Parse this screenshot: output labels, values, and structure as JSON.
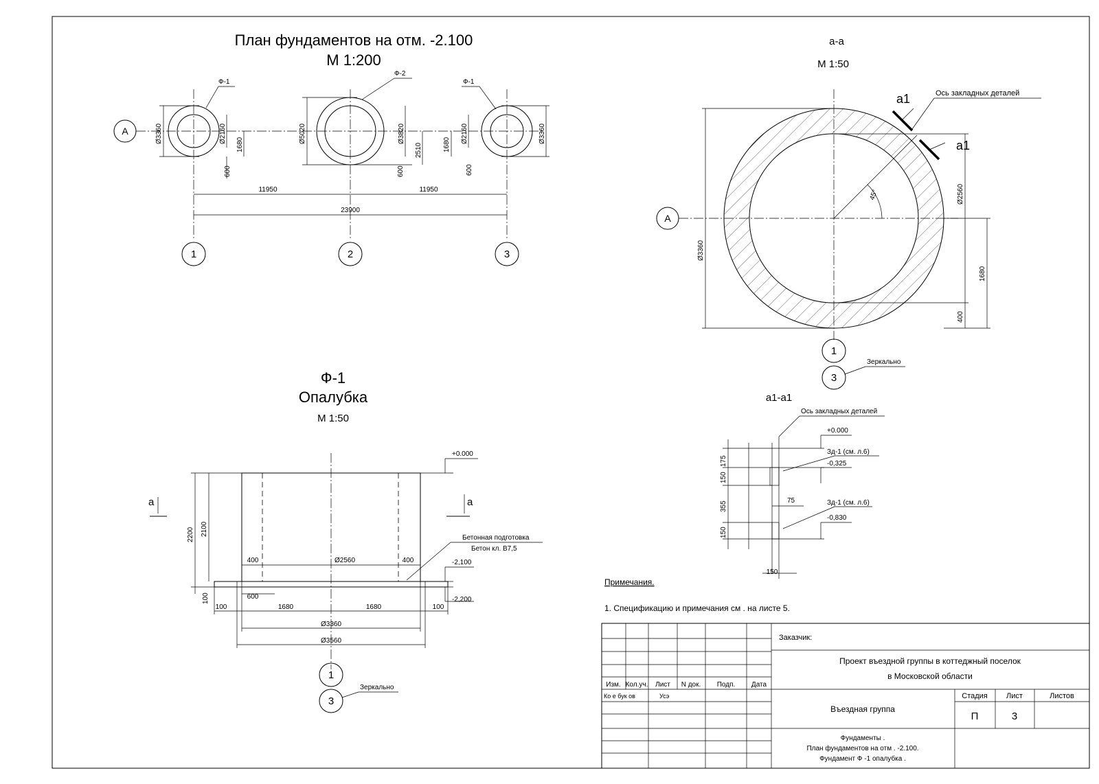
{
  "plan": {
    "title": "План фундаментов на отм. -2.100",
    "scale": "М 1:200",
    "axis_row": "А",
    "axes": [
      "1",
      "2",
      "3"
    ],
    "marks": [
      "Ф-1",
      "Ф-2",
      "Ф-1"
    ],
    "dims": {
      "f1_outer": "Ø3360",
      "f1_inner": "Ø2160",
      "f1_half": "1680",
      "f1_offset": "600",
      "f2_outer": "Ø5020",
      "f2_inner": "Ø3820",
      "f2_half": "2510",
      "f2_offset": "600",
      "span_1_2": "11950",
      "span_2_3": "11950",
      "total": "23900"
    }
  },
  "section_aa": {
    "title": "а-а",
    "scale": "М 1:50",
    "axis_row": "А",
    "cut_label": "а1",
    "embed_axis_label": "Ось закладных деталей",
    "angle": "45°",
    "dims": {
      "outer": "Ø3360",
      "inner": "Ø2560",
      "half": "1680",
      "wall": "400"
    },
    "axis_main": "1",
    "axis_mirror": "3",
    "mirror_note": "Зеркально"
  },
  "formwork": {
    "mark": "Ф-1",
    "title": "Опалубка",
    "scale": "М 1:50",
    "cut_label": "а",
    "levels": [
      "+0.000",
      "-2,100",
      "-2,200"
    ],
    "concrete_note": [
      "Бетонная подготовка",
      "Бетон кл. В7,5"
    ],
    "dims": {
      "h_total": "2200",
      "h_wall": "2100",
      "h_prep": "100",
      "wall_l": "400",
      "wall_r": "400",
      "inner": "Ø2560",
      "offset": "600",
      "prep_l": "100",
      "half_l": "1680",
      "half_r": "1680",
      "prep_r": "100",
      "outer": "Ø3360",
      "prep_outer": "Ø3560"
    },
    "axis_main": "1",
    "axis_mirror": "3",
    "mirror_note": "Зеркально"
  },
  "section_a1": {
    "title": "а1-а1",
    "embed_axis_label": "Ось закладных деталей",
    "levels": [
      "+0.000",
      "-0,325",
      "-0,830"
    ],
    "parts": [
      "Зд-1 (см. л.6)",
      "Зд-1 (см. л.6)"
    ],
    "dims": {
      "d175": "175",
      "d150a": "150",
      "d355": "355",
      "d150b": "150",
      "d75": "75",
      "d150c": "150"
    }
  },
  "notes": {
    "heading": "Примечания.",
    "items": [
      "1.   Спецификацию и примечания см . на листе 5."
    ]
  },
  "title_block": {
    "customer_label": "Заказчик:",
    "project": [
      "Проект въездной группы в коттеджный поселок",
      "в Московской области"
    ],
    "object": "Въездная группа",
    "col_headers": [
      "Изм.",
      "Кол.уч.",
      "Лист",
      "N док.",
      "Подп.",
      "Дата"
    ],
    "faint_row": [
      "Ко   е  бук  ов",
      "Усэ"
    ],
    "stage_label": "Стадия",
    "sheet_label": "Лист",
    "sheets_label": "Листов",
    "stage": "П",
    "sheet": "3",
    "sheet_title": [
      "Фундаменты .",
      "План фундаментов на отм . -2.100.",
      "Фундамент Ф -1 опалубка ."
    ]
  }
}
